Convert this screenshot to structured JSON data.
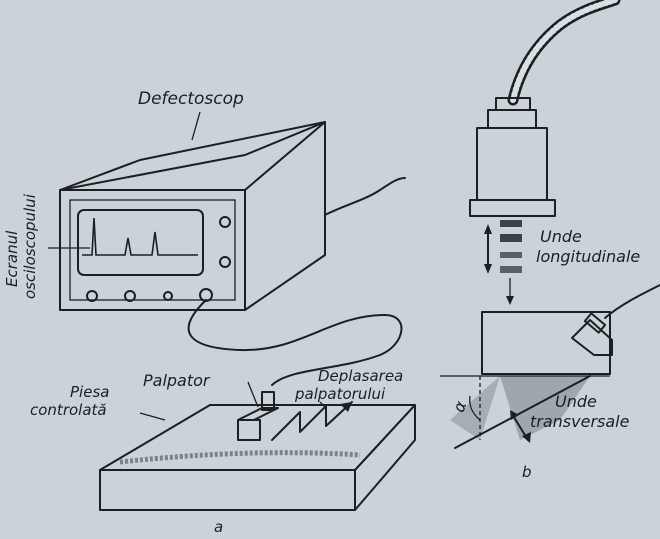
{
  "figure": {
    "labels": {
      "defectoscope": "Defectoscop",
      "screen_line1": "Ecranul",
      "screen_line2": "osciloscopului",
      "probe": "Palpator",
      "probe_motion_line1": "Deplasarea",
      "probe_motion_line2": "palpatorului",
      "part_line1": "Piesa",
      "part_line2": "controlată",
      "longitudinal_line1": "Unde",
      "longitudinal_line2": "longitudinale",
      "transverse_line1": "Unde",
      "transverse_line2": "transversale",
      "angle_symbol": "α",
      "panel_a": "a",
      "panel_b": "b"
    }
  }
}
